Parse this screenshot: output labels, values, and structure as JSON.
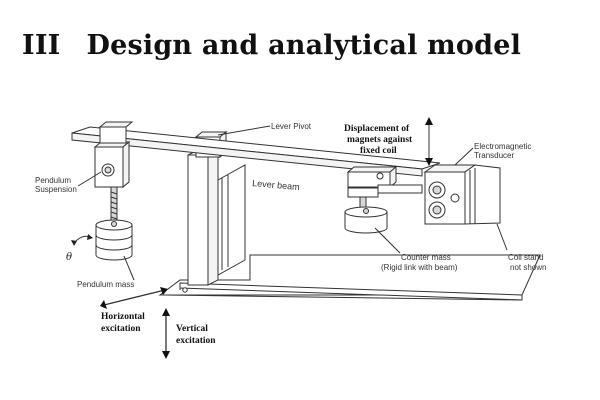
{
  "section": {
    "number": "III",
    "title": "Design and analytical model"
  },
  "figure": {
    "labels": {
      "lever_pivot": "Lever Pivot",
      "displacement_line1": "Displacement of",
      "displacement_line2": "magnets against",
      "displacement_line3": "fixed coil",
      "em_line1": "Electromagnetic",
      "em_line2": "Transducer",
      "pendulum_susp_line1": "Pendulum",
      "pendulum_susp_line2": "Suspension",
      "lever_beam": "Lever beam",
      "theta": "θ",
      "pendulum_mass": "Pendulum mass",
      "counter_line1": "Counter mass",
      "counter_line2": "(Rigid link with beam)",
      "coil_line1": "Coil stand",
      "coil_line2": "not shown",
      "horizontal_line1": "Horizontal",
      "horizontal_line2": "excitation",
      "vertical_line1": "Vertical",
      "vertical_line2": "excitation"
    }
  }
}
